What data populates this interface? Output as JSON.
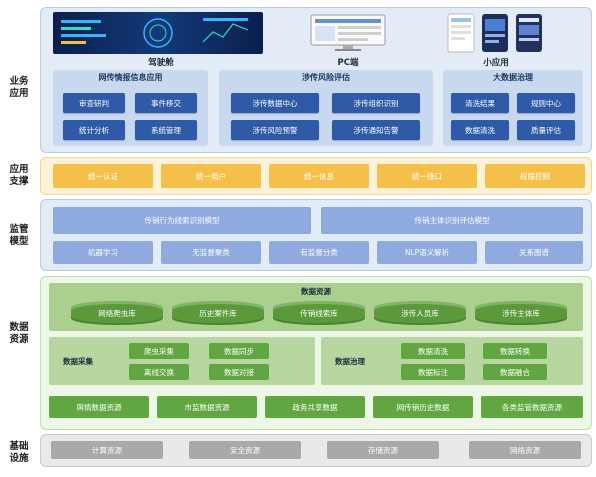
{
  "layers": {
    "business": "业务\n应用",
    "support": "应用\n支撑",
    "monitor": "监管\n模型",
    "data": "数据\n资源",
    "infra": "基础\n设施"
  },
  "business": {
    "captions": [
      "驾驶舱",
      "PC端",
      "小应用"
    ],
    "panels": [
      {
        "title": "网传情报信息应用",
        "items": [
          "审查研判",
          "事件移交",
          "统计分析",
          "系统管理"
        ]
      },
      {
        "title": "涉传风险评估",
        "items": [
          "涉传数据中心",
          "涉传组织识别",
          "涉传风险预警",
          "涉传通知告警"
        ]
      },
      {
        "title": "大数据治理",
        "items": [
          "清洗结果",
          "规则中心",
          "数据清洗",
          "质量评估"
        ]
      }
    ]
  },
  "support": {
    "items": [
      "统一认证",
      "统一用户",
      "统一信息",
      "统一接口",
      "权限控制"
    ]
  },
  "monitor": {
    "models": [
      "传销行为线索识别模型",
      "传销主体识别评估模型"
    ],
    "methods": [
      "机器学习",
      "无监督聚类",
      "有监督分类",
      "NLP语义解析",
      "关系图谱"
    ]
  },
  "data": {
    "resource_title": "数据资源",
    "stores": [
      "网络爬虫库",
      "历史案件库",
      "传销线索库",
      "涉传人员库",
      "涉传主体库"
    ],
    "collect": {
      "title": "数据采集",
      "items": [
        "爬虫采集",
        "数据同步",
        "离线交换",
        "数据对接"
      ]
    },
    "govern": {
      "title": "数据治理",
      "items": [
        "数据清洗",
        "数据转换",
        "数据标注",
        "数据融合"
      ]
    },
    "sources": [
      "舆情数据资源",
      "市监数据资源",
      "政务共享数据",
      "网传销历史数据",
      "各类监管数据资源"
    ]
  },
  "infra": {
    "items": [
      "计算资源",
      "安全资源",
      "存储资源",
      "网络资源"
    ]
  }
}
